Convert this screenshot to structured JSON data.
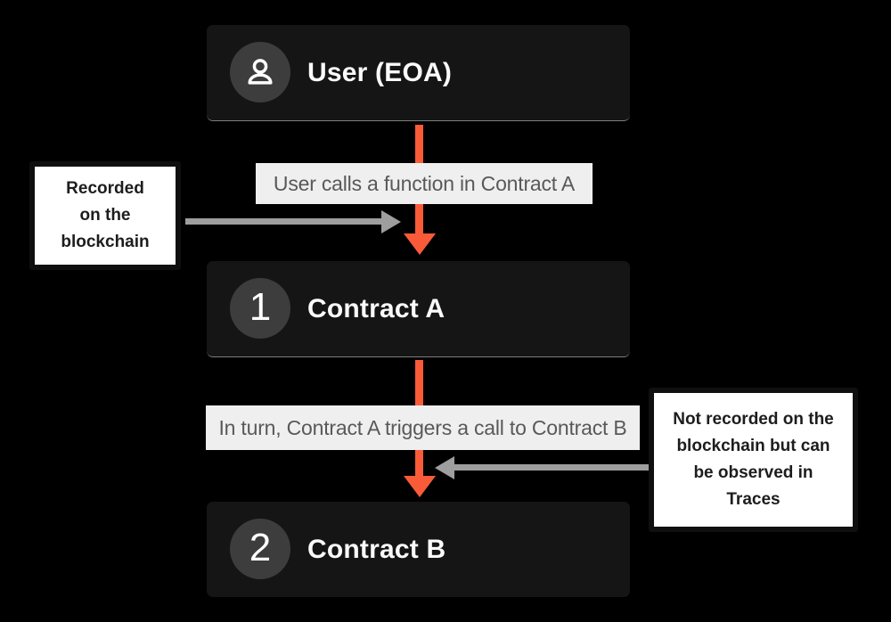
{
  "colors": {
    "canvas-bg": "#000000",
    "node-bg": "#151515",
    "badge-bg": "#3d3d3d",
    "orange": "#f95b38",
    "gray": "#9e9e9e",
    "label-bg": "#efefef",
    "label-fg": "#595959"
  },
  "nodes": [
    {
      "id": "user",
      "badge": "user-icon",
      "label": "User (EOA)"
    },
    {
      "id": "contract-a",
      "badge": "1",
      "label": "Contract A"
    },
    {
      "id": "contract-b",
      "badge": "2",
      "label": "Contract B"
    }
  ],
  "edge_labels": [
    {
      "text": "User calls a function in Contract A"
    },
    {
      "text": "In turn, Contract A triggers a call to Contract B"
    }
  ],
  "notes": [
    {
      "side": "left",
      "lines": [
        "Recorded",
        "on the",
        "blockchain"
      ]
    },
    {
      "side": "right",
      "lines": [
        "Not recorded on the",
        "blockchain but can",
        "be observed in",
        "Traces"
      ]
    }
  ]
}
